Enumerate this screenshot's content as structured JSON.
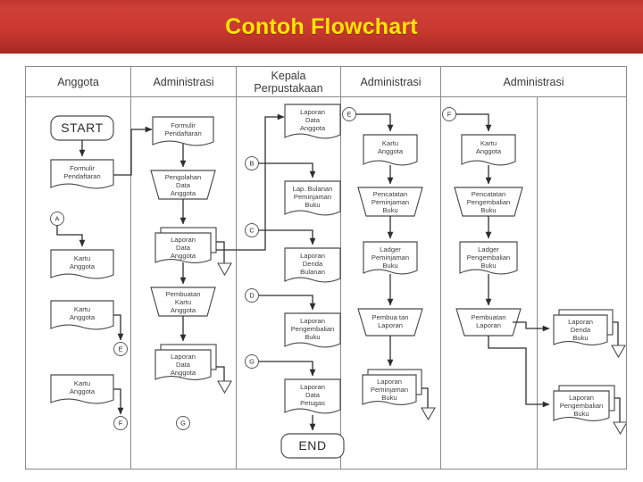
{
  "banner": {
    "title": "Contoh Flowchart",
    "bg_color_top": "#cf4038",
    "bg_color_bottom": "#a82a24",
    "text_color": "#ffe500"
  },
  "frame": {
    "border_color": "#8a8a8a",
    "background": "#ffffff"
  },
  "columns": [
    {
      "id": "col-anggota",
      "header": "Anggota"
    },
    {
      "id": "col-administrasi-1",
      "header": "Administrasi"
    },
    {
      "id": "col-kepala",
      "header_line1": "Kepala",
      "header_line2": "Perpustakaan"
    },
    {
      "id": "col-administrasi-2",
      "header": "Administrasi"
    },
    {
      "id": "col-administrasi-3",
      "header": "Administrasi"
    }
  ],
  "nodes": {
    "start": {
      "label": "START",
      "shape": "terminator"
    },
    "end": {
      "label": "END",
      "shape": "terminator"
    },
    "formulir_a": {
      "line1": "Formulir",
      "line2": "Pendaftaran",
      "shape": "document"
    },
    "formulir_b": {
      "line1": "Formulir",
      "line2": "Pendaftaran",
      "shape": "document"
    },
    "kartu_a1": {
      "line1": "Kartu",
      "line2": "Anggota",
      "shape": "document"
    },
    "kartu_a2": {
      "line1": "Kartu",
      "line2": "Anggota",
      "shape": "document"
    },
    "kartu_a3": {
      "line1": "Kartu",
      "line2": "Anggota",
      "shape": "document"
    },
    "pengolahan": {
      "line1": "Pengolahan",
      "line2": "Data",
      "line3": "Anggota",
      "shape": "manual-operation"
    },
    "laporan_data_1": {
      "line1": "Laporan",
      "line2": "Data",
      "line3": "Anggota",
      "shape": "multi-document"
    },
    "pembuatan_kartu": {
      "line1": "Pembuatan",
      "line2": "Kartu",
      "line3": "Anggota",
      "shape": "manual-operation"
    },
    "laporan_data_2": {
      "line1": "Laporan",
      "line2": "Data",
      "line3": "Anggota",
      "shape": "multi-document"
    },
    "laporan_data_kp": {
      "line1": "Laporan",
      "line2": "Data",
      "line3": "Anggota",
      "shape": "document"
    },
    "lap_bulanan": {
      "line1": "Lap. Bulanan",
      "line2": "Peminjaman",
      "line3": "Buku",
      "shape": "document"
    },
    "laporan_denda_bln": {
      "line1": "Laporan",
      "line2": "Denda",
      "line3": "Bulanan",
      "shape": "document"
    },
    "laporan_pengemb": {
      "line1": "Laporan",
      "line2": "Pengembalian",
      "line3": "Buku",
      "shape": "document"
    },
    "laporan_petugas": {
      "line1": "Laporan",
      "line2": "Data",
      "line3": "Petugas",
      "shape": "document"
    },
    "kartu_c4": {
      "line1": "Kartu",
      "line2": "Anggota",
      "shape": "document"
    },
    "pencatatan_pinjam": {
      "line1": "Pencatatan",
      "line2": "Peminjaman",
      "line3": "Buku",
      "shape": "manual-operation"
    },
    "ladger_pinjam": {
      "line1": "Ladger",
      "line2": "Peminjaman",
      "line3": "Buku",
      "shape": "document"
    },
    "pembuatan_lap_4": {
      "line1": "Pembua tan",
      "line2": "Laporan",
      "shape": "manual-operation"
    },
    "laporan_pinjam": {
      "line1": "Laporan",
      "line2": "Peminjaman",
      "line3": "Buku",
      "shape": "multi-document"
    },
    "kartu_c5": {
      "line1": "Kartu",
      "line2": "Anggota",
      "shape": "document"
    },
    "pencatatan_kembali": {
      "line1": "Pencatatan",
      "line2": "Pengembalian",
      "line3": "Buku",
      "shape": "manual-operation"
    },
    "ladger_kembali": {
      "line1": "Ladger",
      "line2": "Pengembalian",
      "line3": "Buku",
      "shape": "document"
    },
    "pembuatan_lap_5": {
      "line1": "Pembuatan",
      "line2": "Laporan",
      "shape": "manual-operation"
    },
    "laporan_denda_buku": {
      "line1": "Laporan",
      "line2": "Denda",
      "line3": "Buku",
      "shape": "multi-document"
    },
    "laporan_pengemb_buku": {
      "line1": "Laporan",
      "line2": "Pengembalian",
      "line3": "Buku",
      "shape": "multi-document"
    }
  },
  "connectors": {
    "a": "A",
    "b1": "B",
    "c": "C",
    "d": "D",
    "e1": "E",
    "f1": "F",
    "g1": "G",
    "g2": "G",
    "e2": "E",
    "f2": "F"
  }
}
